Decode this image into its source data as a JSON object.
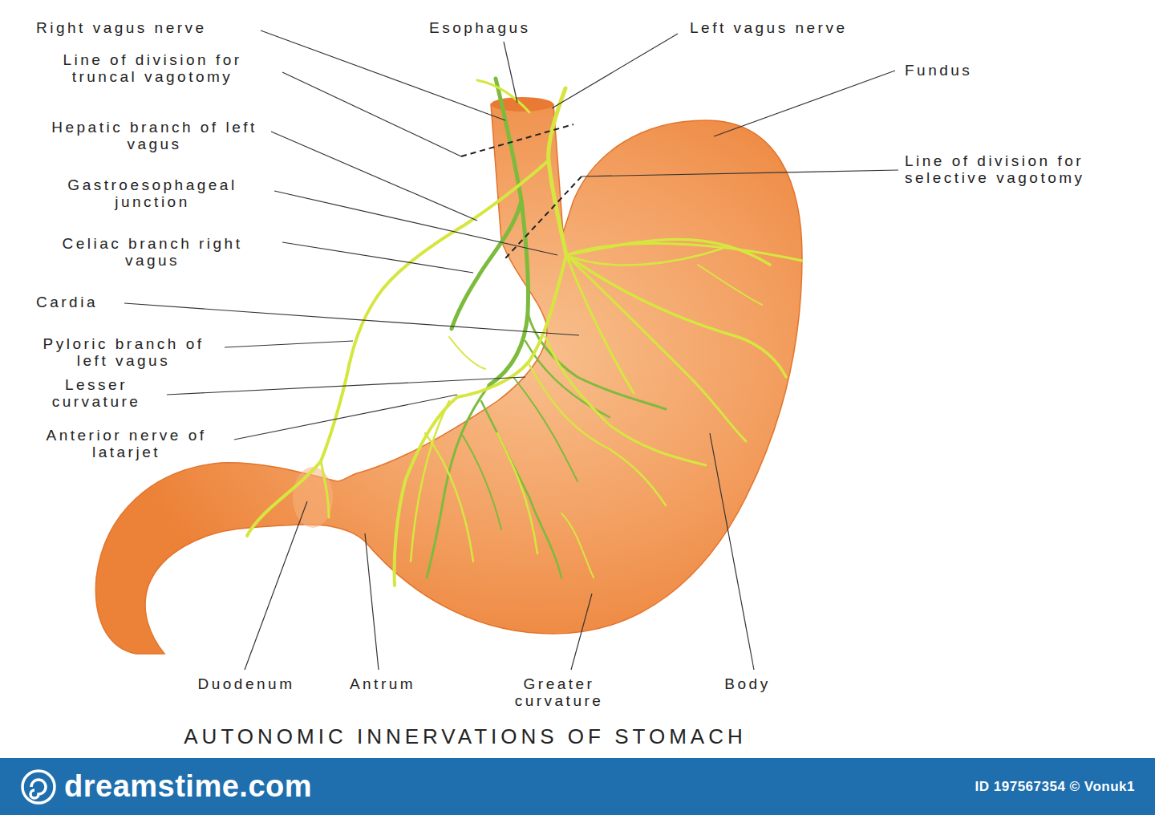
{
  "diagram": {
    "title": "AUTONOMIC INNERVATIONS OF STOMACH",
    "labels": [
      "Right vagus nerve",
      "Line of division for truncal vagotomy",
      "Hepatic branch of left vagus",
      "Gastroesophageal junction",
      "Celiac branch right vagus",
      "Cardia",
      "Pyloric branch of left vagus",
      "Lesser curvature",
      "Anterior nerve of latarjet",
      "Esophagus",
      "Left vagus nerve",
      "Fundus",
      "Line of division for selective vagotomy",
      "Duodenum",
      "Antrum",
      "Greater curvature",
      "Body",
      "dreamstime.com",
      "ID 197567354 © Vonuk1"
    ]
  }
}
